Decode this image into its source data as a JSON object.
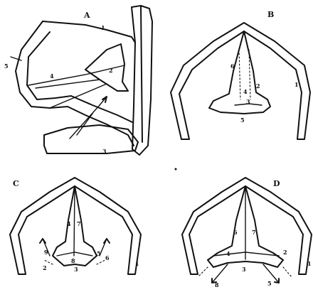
{
  "panels": {
    "a": {
      "label": "A",
      "numbers": [
        "1",
        "2",
        "3",
        "4",
        "5"
      ]
    },
    "b": {
      "label": "B",
      "numbers": [
        "1",
        "2",
        "3",
        "4",
        "5",
        "6"
      ]
    },
    "c": {
      "label": "C",
      "numbers": [
        "1",
        "2",
        "3",
        "4",
        "5",
        "6",
        "7",
        "8",
        "9"
      ]
    },
    "d": {
      "label": "D",
      "numbers": [
        "1",
        "2",
        "3",
        "4",
        "5",
        "6",
        "7",
        "8"
      ]
    }
  }
}
